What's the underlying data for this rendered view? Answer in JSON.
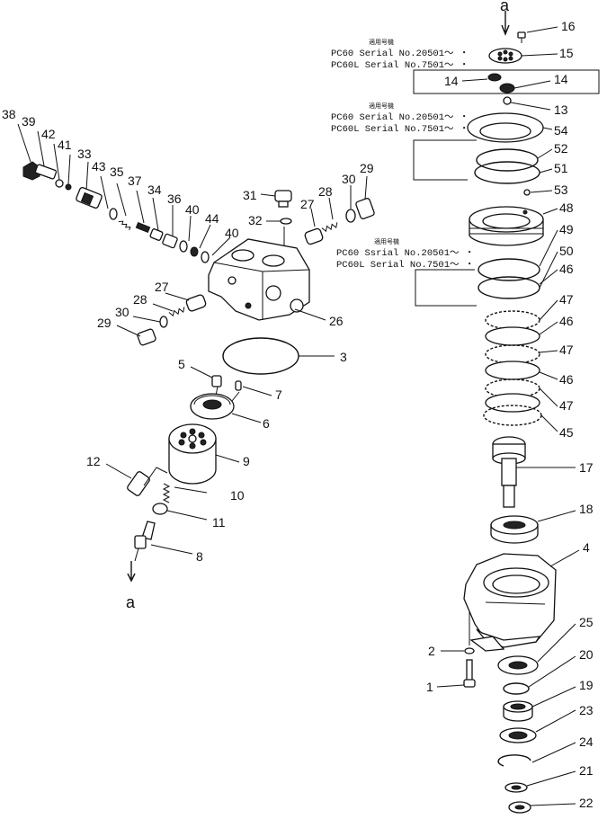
{
  "diagram": {
    "marker": "a",
    "notes": [
      {
        "jp": "適用号機",
        "line1": "PC60  Serial No.20501～ ・",
        "line2": "PC60L Serial No.7501～ ・"
      },
      {
        "jp": "適用号機",
        "line1": "PC60  Serial No.20501～ ・",
        "line2": "PC60L Serial No.7501～ ・"
      },
      {
        "jp": "適用号機",
        "line1": "PC60  Ssrial No.20501～ ・",
        "line2": "PC60L Serial No.7501～ ・"
      }
    ],
    "left_callouts": [
      "38",
      "39",
      "42",
      "41",
      "33",
      "43",
      "35",
      "37",
      "34",
      "36",
      "40",
      "44",
      "40",
      "31",
      "32",
      "28",
      "27",
      "30",
      "29",
      "27",
      "28",
      "30",
      "29",
      "26",
      "3",
      "5",
      "7",
      "6",
      "9",
      "12",
      "10",
      "11",
      "8"
    ],
    "right_callouts": [
      "16",
      "15",
      "14",
      "14",
      "13",
      "54",
      "52",
      "51",
      "53",
      "48",
      "49",
      "50",
      "46",
      "47",
      "46",
      "47",
      "46",
      "47",
      "45",
      "17",
      "18",
      "4",
      "25",
      "2",
      "20",
      "1",
      "19",
      "23",
      "24",
      "21",
      "22"
    ]
  }
}
